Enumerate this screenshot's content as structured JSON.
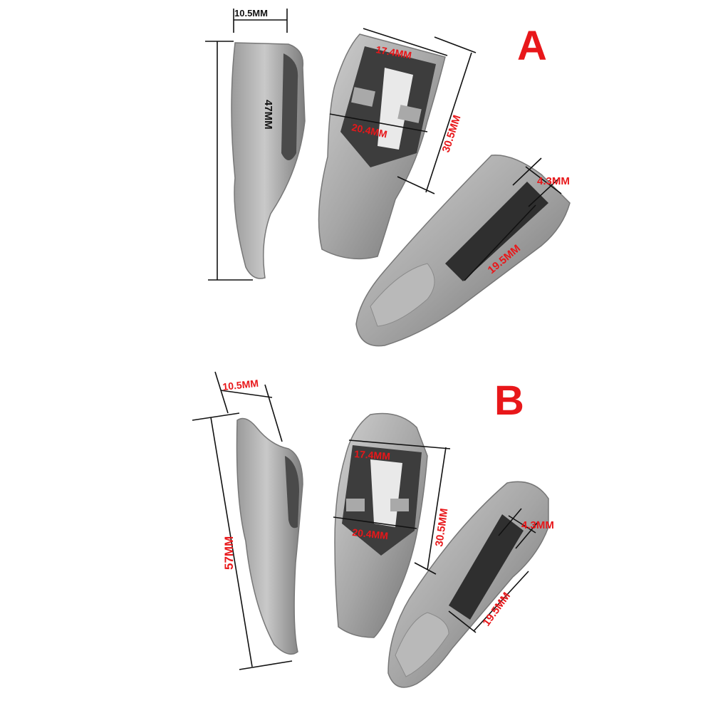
{
  "colors": {
    "accent_red": "#e8171a",
    "metal_light": "#c8c8c8",
    "metal_dark": "#6f6f6f",
    "line": "#111111"
  },
  "panel_a": {
    "letter": "A",
    "width_top": "10.5MM",
    "length": "47MM",
    "top_width": "17.4MM",
    "mid_width": "20.4MM",
    "height": "30.5MM",
    "slot_width": "4.3MM",
    "slot_length": "19.5MM"
  },
  "panel_b": {
    "letter": "B",
    "width_top": "10.5MM",
    "length": "57MM",
    "top_width": "17.4MM",
    "mid_width": "20.4MM",
    "height": "30.5MM",
    "slot_width": "4.3MM",
    "slot_length": "19.5MM"
  }
}
